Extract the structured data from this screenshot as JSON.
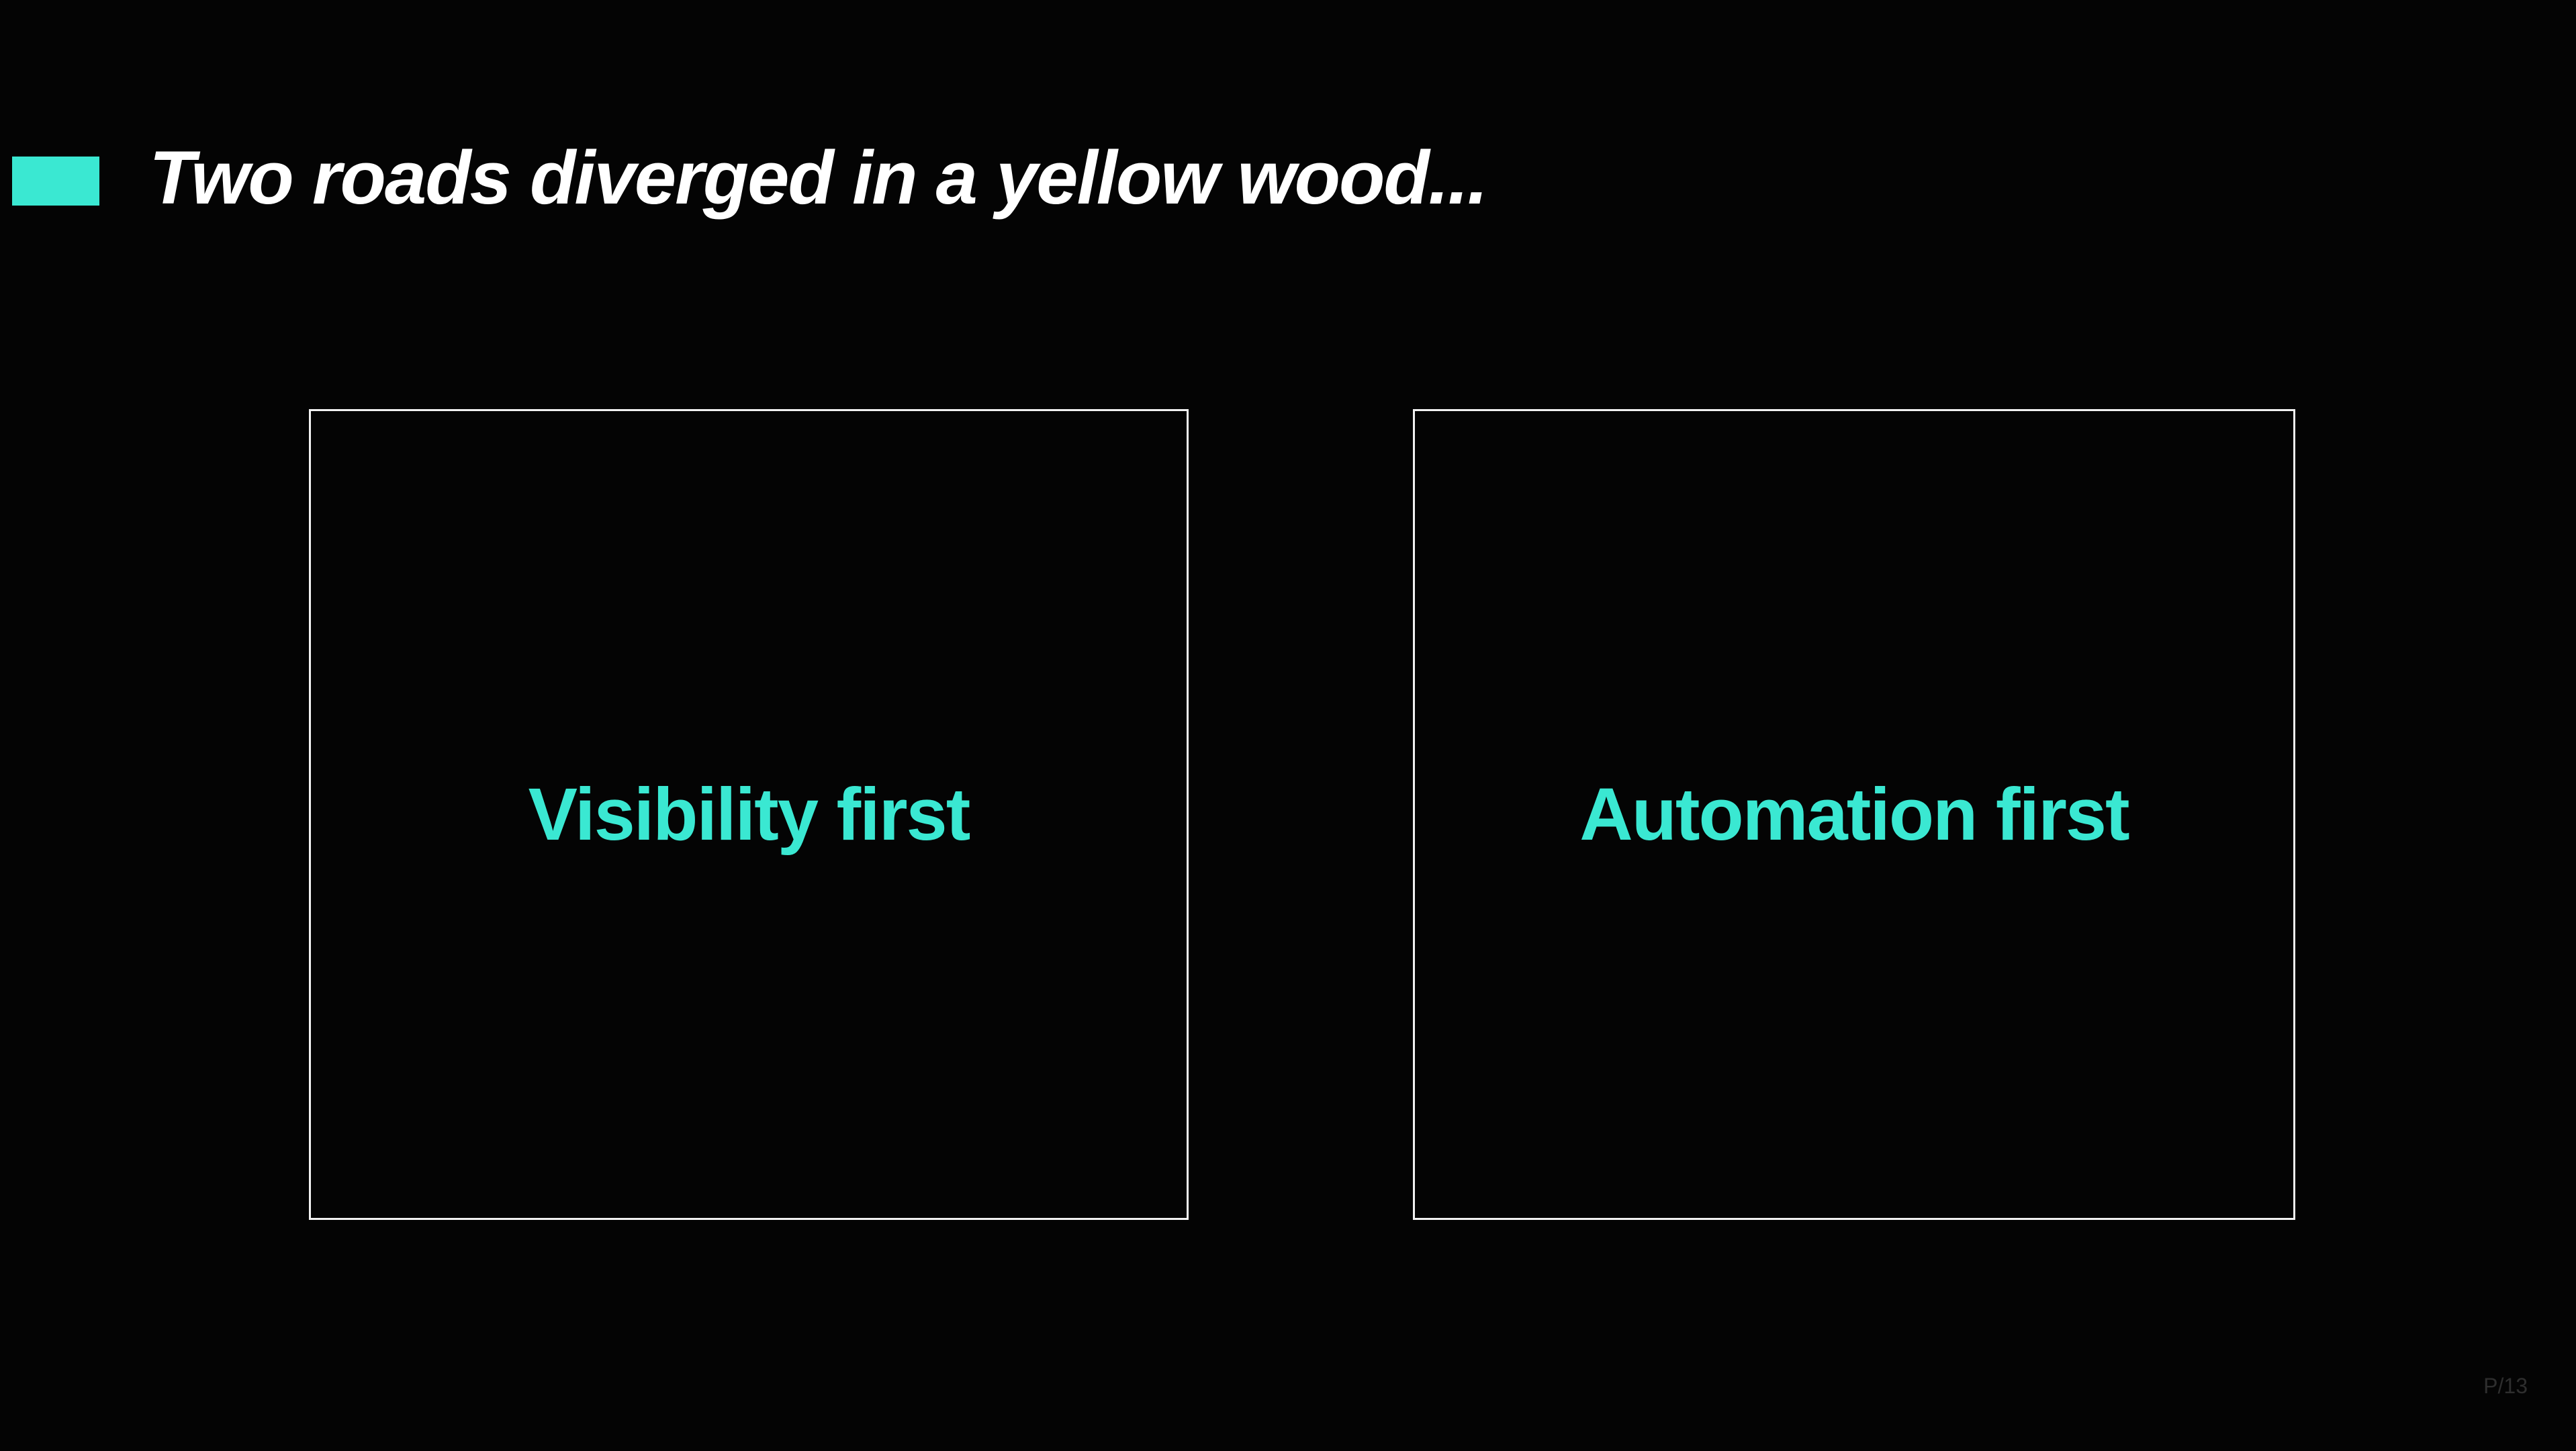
{
  "slide": {
    "title": "Two roads diverged in a yellow wood...",
    "accent_color": "#3ae8d2",
    "background_color": "#040404",
    "title_color": "#ffffff",
    "box_border_color": "#f2f2f2",
    "boxes": [
      {
        "label": "Visibility first"
      },
      {
        "label": "Automation first"
      }
    ],
    "page_number": "P/13"
  }
}
